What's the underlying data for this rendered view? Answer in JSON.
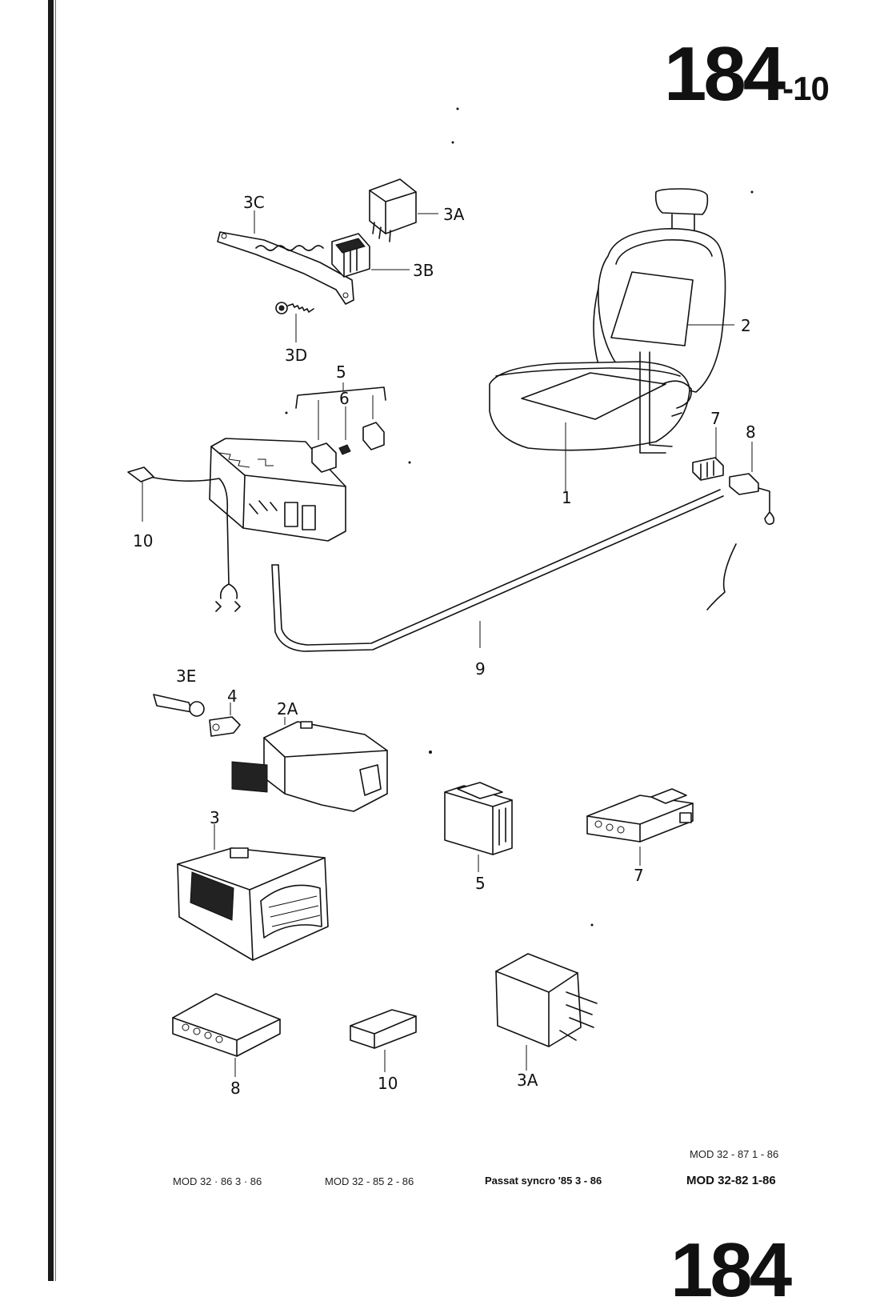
{
  "page": {
    "number_main": "184",
    "number_sub": "-10",
    "number_bottom_partial": "184"
  },
  "callouts": {
    "c3C": "3C",
    "c3A_top": "3A",
    "c3B": "3B",
    "c3D": "3D",
    "c5_top": "5",
    "c6": "6",
    "c2": "2",
    "c7_top": "7",
    "c8_top": "8",
    "c1": "1",
    "c10_top": "10",
    "c9": "9",
    "c3E": "3E",
    "c4": "4",
    "c2A": "2A",
    "c3": "3",
    "c5_bottom": "5",
    "c7_bottom": "7",
    "c8_bottom": "8",
    "c10_bottom": "10",
    "c3A_bottom": "3A"
  },
  "footer": {
    "mod_32_87": "MOD 32 - 87   1 - 86",
    "mod_32_86": "MOD 32 · 86   3 · 86",
    "mod_32_85": "MOD 32 - 85   2 - 86",
    "passat": "Passat syncro '85  3 - 86",
    "mod_32_82": "MOD 32-82   1-86"
  }
}
